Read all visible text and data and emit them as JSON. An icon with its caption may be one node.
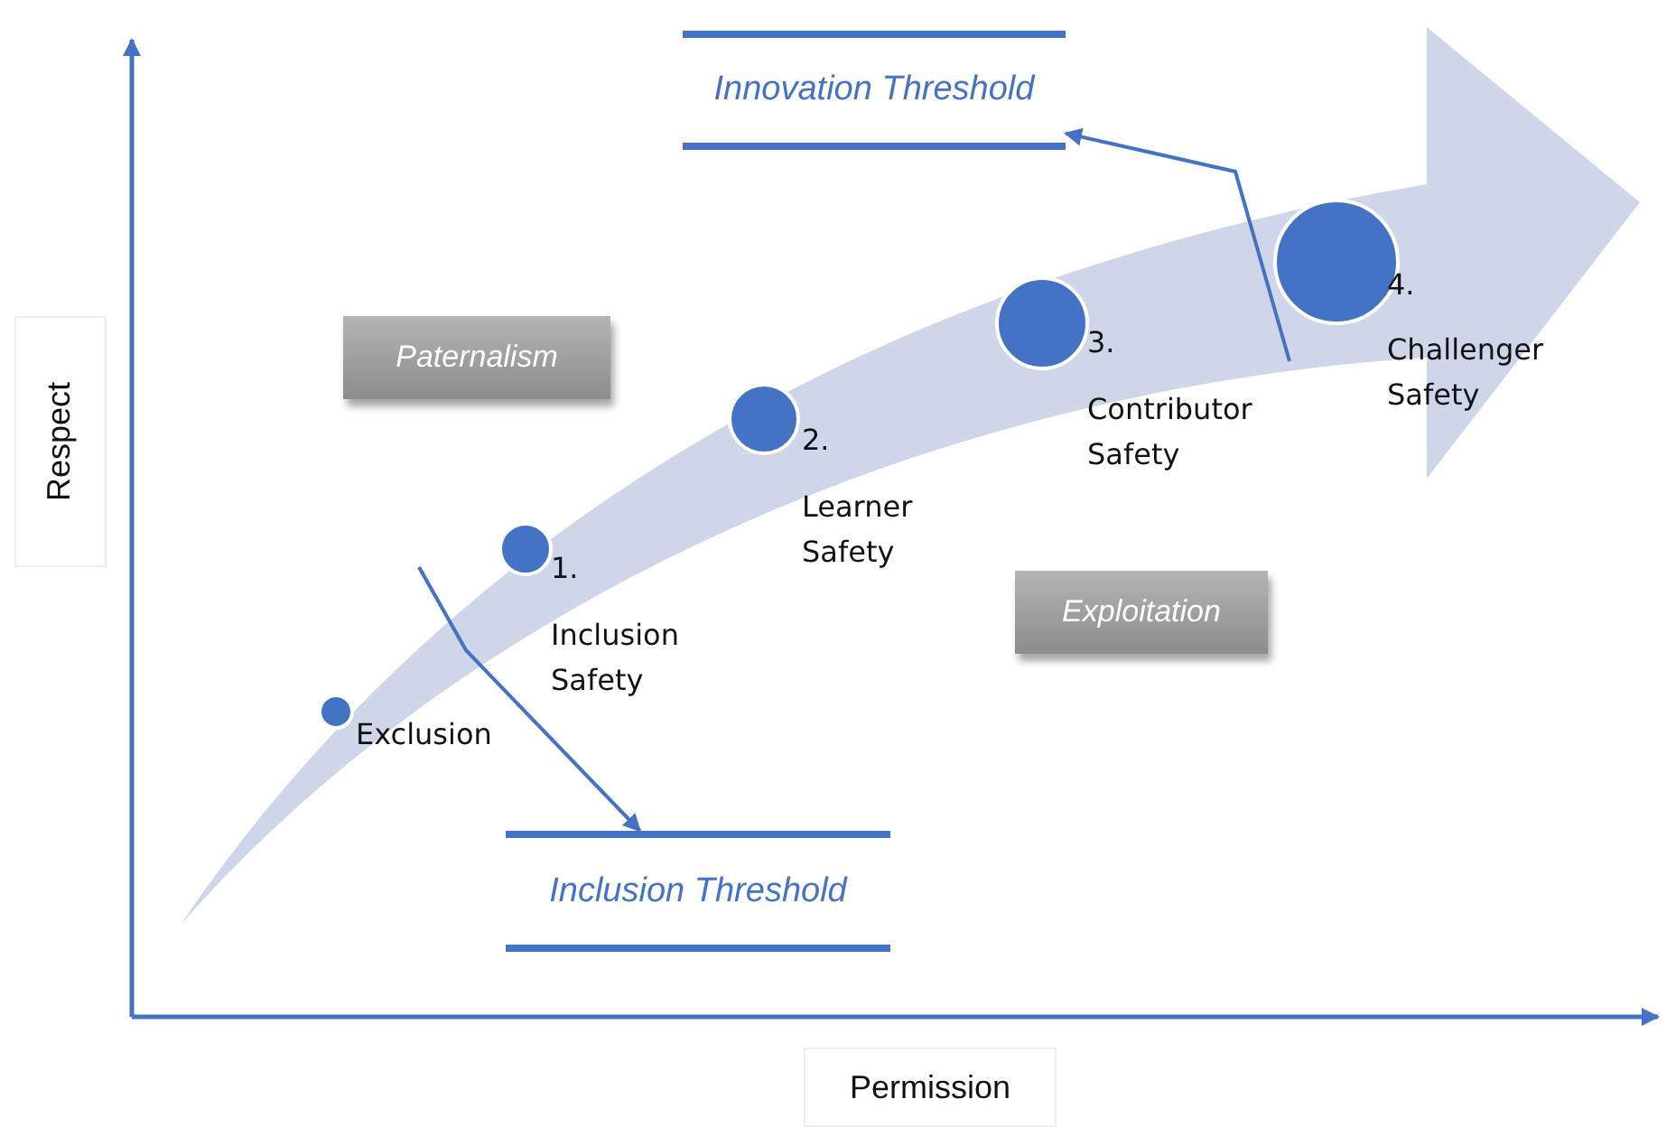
{
  "diagram": {
    "nodes": [
      {
        "text": [
          "Innovation Threshold"
        ]
      },
      {
        "text": [
          "Paternalism"
        ]
      },
      {
        "text": [
          "Exploitation"
        ]
      },
      {
        "text": [
          "Inclusion Threshold"
        ]
      },
      {
        "text": [],
        "shape": "circle",
        "beside": [
          "Exclusion"
        ]
      },
      {
        "text": [],
        "shape": "circle",
        "beside": [
          "1.",
          "Inclusion Safety"
        ]
      },
      {
        "text": [],
        "shape": "circle",
        "beside": [
          "2.",
          "Learner Safety"
        ]
      },
      {
        "text": [],
        "shape": "circle",
        "beside": [
          "3.",
          "Contributor Safety"
        ]
      },
      {
        "text": [],
        "shape": "circle",
        "beside": [
          "4.",
          "Challenger Safety"
        ]
      }
    ],
    "edges": [
      {
        "from": null,
        "to": 0,
        "arrow": "to"
      },
      {
        "from": null,
        "to": 3,
        "arrow": "to"
      }
    ],
    "labels": [
      "Respect",
      "Permission"
    ]
  }
}
